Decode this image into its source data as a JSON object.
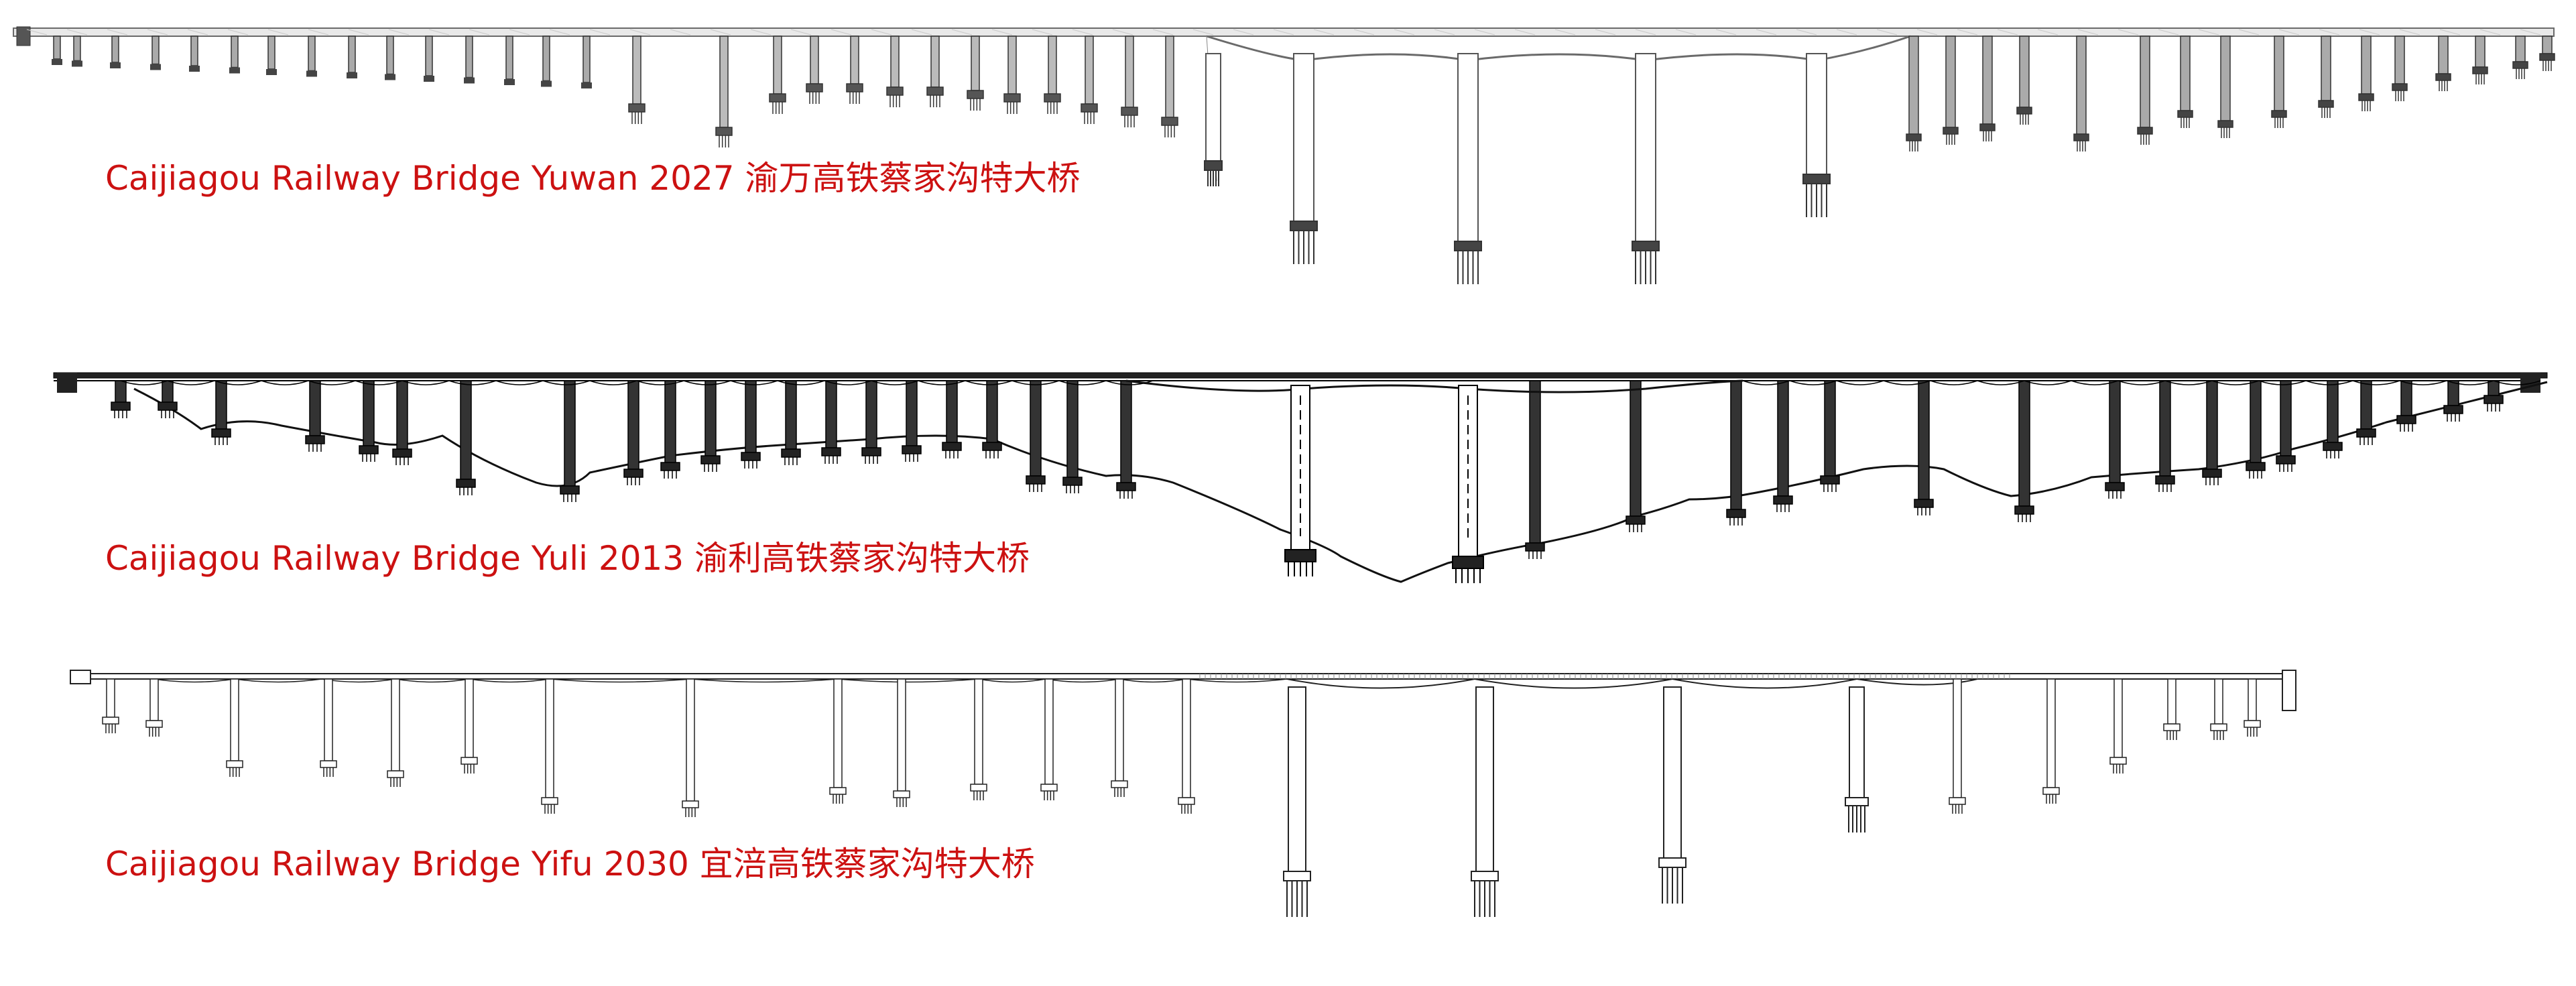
{
  "figure": {
    "label_color": "#cc1111",
    "line_color": "#1a1a1a",
    "background": "#ffffff"
  },
  "bridges": [
    {
      "id": "yuwan",
      "label": "Caijiagou Railway Bridge Yuwan 2027 渝万高铁蔡家沟特大桥"
    },
    {
      "id": "yuli",
      "label": "Caijiagou Railway Bridge Yuli 2013 渝利高铁蔡家沟特大桥"
    },
    {
      "id": "yifu",
      "label": "Caijiagou Railway Bridge Yifu 2030 宜涪高铁蔡家沟特大桥"
    }
  ]
}
